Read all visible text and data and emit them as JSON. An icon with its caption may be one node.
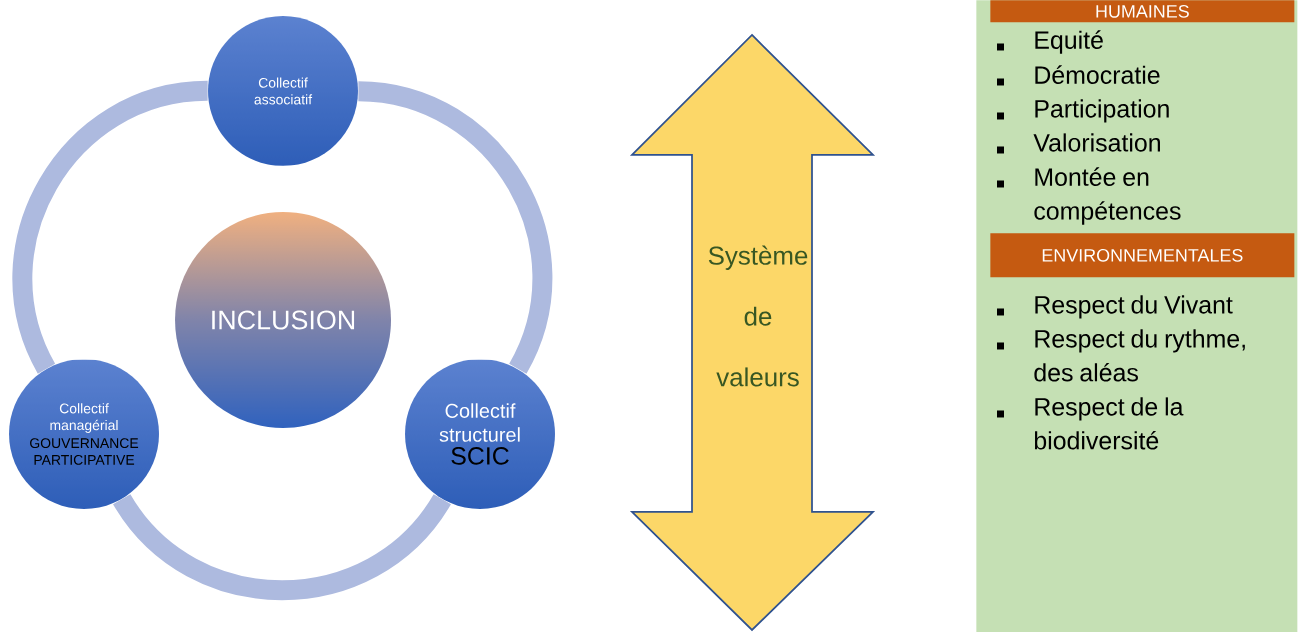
{
  "diagram": {
    "nodes": [
      {
        "text": [
          "Collectif associatif"
        ]
      },
      {
        "text": [
          "INCLUSION"
        ]
      },
      {
        "text": [
          "Collectif managérial",
          "GOUVERNANCE PARTICIPATIVE"
        ]
      },
      {
        "text": [
          "Collectif structurel",
          "SCIC"
        ]
      },
      {
        "text": [
          "Système de valeurs"
        ]
      },
      {
        "text": [],
        "shape": "box"
      },
      {
        "text": [
          "HUMAINES"
        ],
        "in": 5
      },
      {
        "text": [
          "ENVIRONNEMENTALES"
        ],
        "in": 5
      }
    ],
    "edges": [
      {
        "from": 0,
        "to": 2,
        "arrow": "none"
      },
      {
        "from": 2,
        "to": 3,
        "arrow": "none"
      },
      {
        "from": 3,
        "to": 0,
        "arrow": "none"
      }
    ],
    "labels": [
      "Equité",
      "Démocratie",
      "Participation",
      "Valorisation",
      "Montée en compétences",
      "Respect du Vivant",
      "Respect du rythme, des aléas",
      "Respect de la biodiversité"
    ]
  }
}
